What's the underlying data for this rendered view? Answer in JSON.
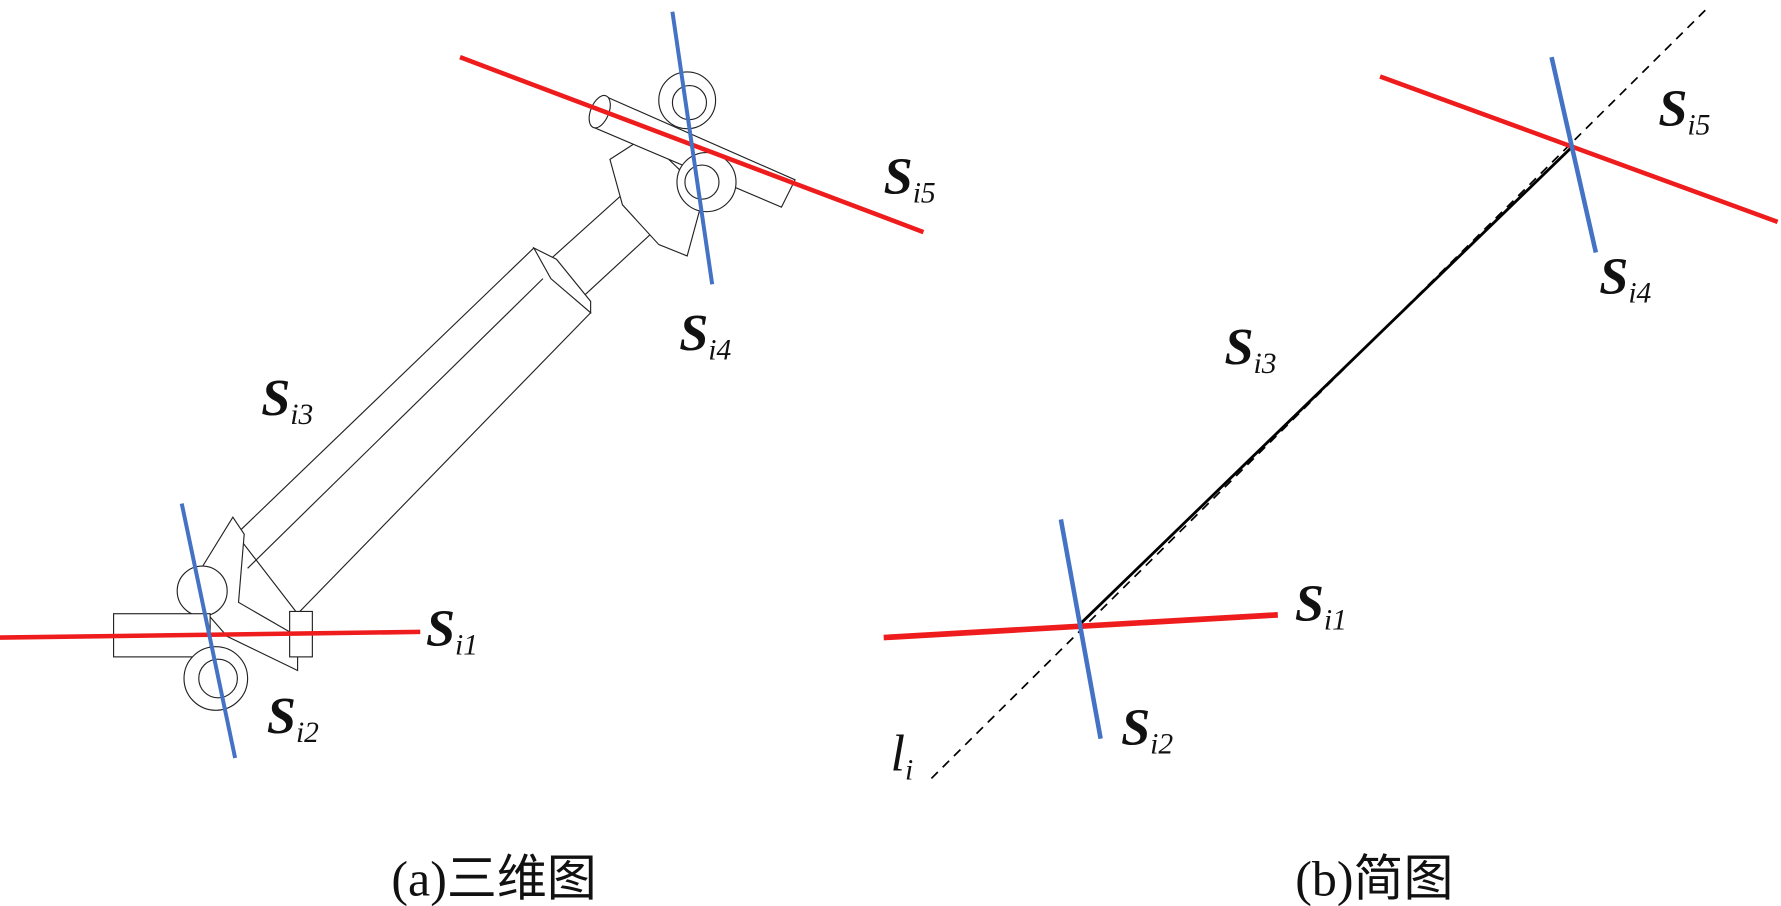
{
  "colors": {
    "red_axis": "#ee1c1c",
    "blue_axis": "#4472c4",
    "line": "#000000"
  },
  "panel_a": {
    "caption": "(a)三维图",
    "labels": [
      {
        "main": "S",
        "sub": "i1"
      },
      {
        "main": "S",
        "sub": "i2"
      },
      {
        "main": "S",
        "sub": "i3"
      },
      {
        "main": "S",
        "sub": "i4"
      },
      {
        "main": "S",
        "sub": "i5"
      }
    ]
  },
  "panel_b": {
    "caption": "(b)简图",
    "labels": [
      {
        "main": "S",
        "sub": "i1"
      },
      {
        "main": "S",
        "sub": "i2"
      },
      {
        "main": "S",
        "sub": "i3"
      },
      {
        "main": "S",
        "sub": "i4"
      },
      {
        "main": "S",
        "sub": "i5"
      }
    ],
    "leg_label": {
      "main": "l",
      "sub": "i"
    }
  }
}
